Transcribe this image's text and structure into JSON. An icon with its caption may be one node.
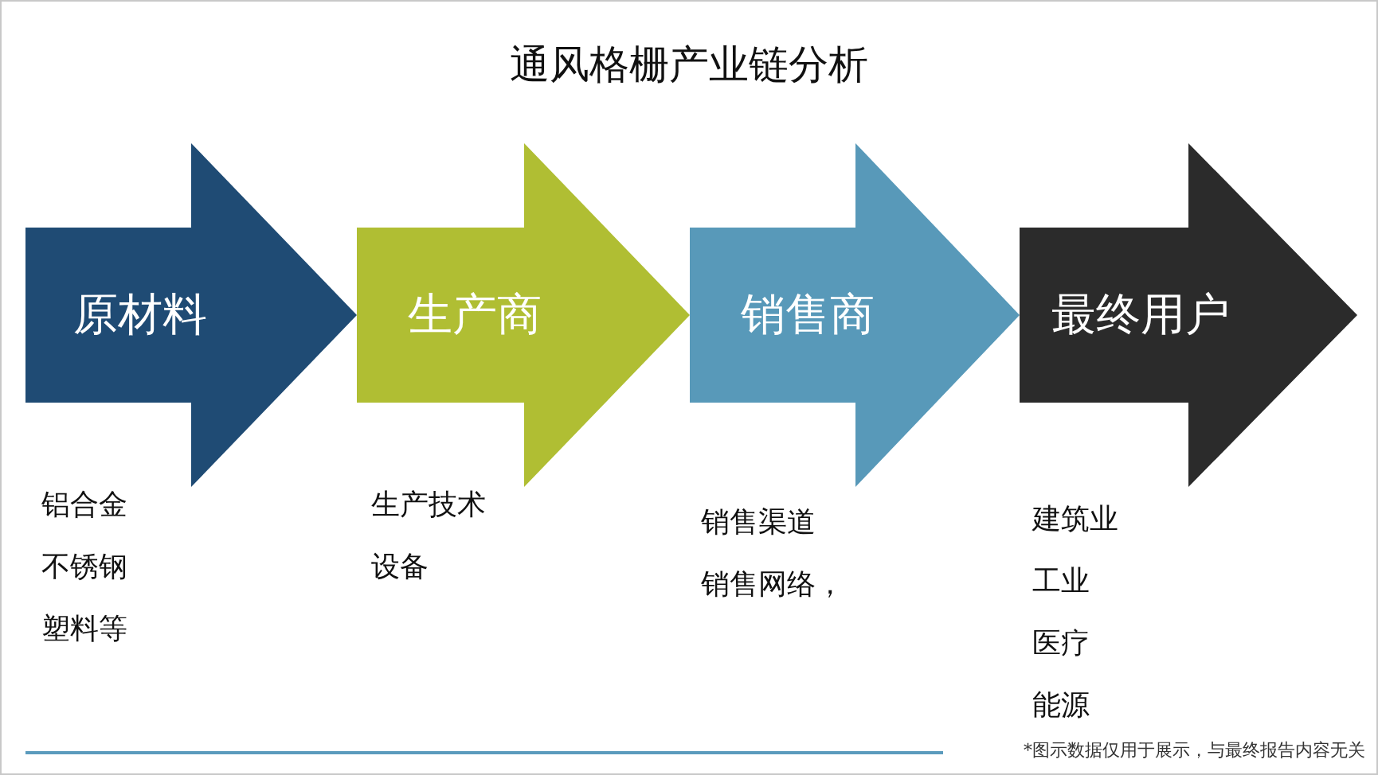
{
  "diagram": {
    "title": "通风格栅产业链分析",
    "nodes": [
      {
        "text": [
          "原材料"
        ],
        "beside": [
          "铝合金",
          "不锈钢",
          "塑料等"
        ]
      },
      {
        "text": [
          "生产商"
        ],
        "beside": [
          "生产技术",
          "设备"
        ]
      },
      {
        "text": [
          "销售商"
        ],
        "beside": [
          "销售渠道",
          "销售网络，"
        ]
      },
      {
        "text": [
          "最终用户"
        ],
        "beside": [
          "建筑业",
          "工业",
          "医疗",
          "能源"
        ]
      }
    ],
    "labels": [
      "*图示数据仅用于展示，与最终报告内容无关"
    ]
  }
}
